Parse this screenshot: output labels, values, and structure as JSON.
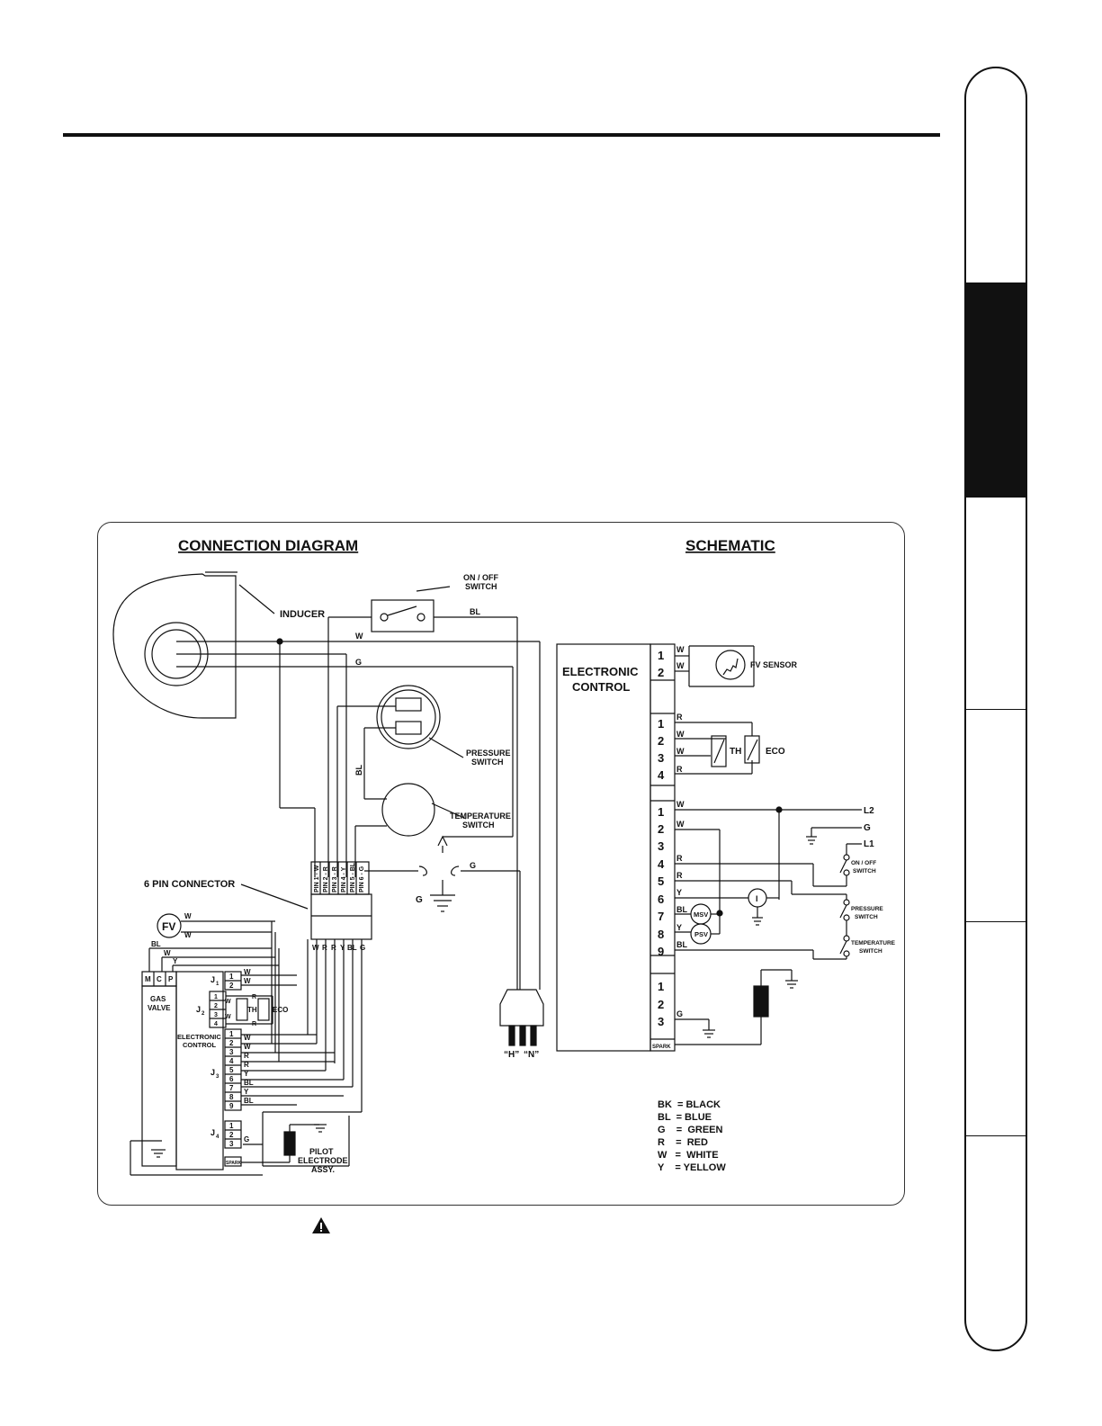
{
  "headings": {
    "connection": "CONNECTION DIAGRAM",
    "schematic": "SCHEMATIC"
  },
  "labels": {
    "inducer": "INDUCER",
    "onoff_1": "ON / OFF",
    "onoff_2": "SWITCH",
    "pressure_1": "PRESSURE",
    "pressure_2": "SWITCH",
    "temperature_1": "TEMPERATURE",
    "temperature_2": "SWITCH",
    "six_pin": "6 PIN CONNECTOR",
    "fv": "FV",
    "gas_valve_1": "GAS",
    "gas_valve_2": "VALVE",
    "ec_small_1": "ELECTRONIC",
    "ec_small_2": "CONTROL",
    "pilot_1": "PILOT",
    "pilot_2": "ELECTRODE",
    "pilot_3": "ASSY.",
    "spark": "SPARK",
    "plug_h": "“H”",
    "plug_n": "“N”",
    "th": "TH",
    "eco": "ECO",
    "ground_g": "G",
    "j1": "J",
    "j2": "J",
    "j3": "J",
    "j4": "J",
    "sub1": "1",
    "sub2": "2",
    "sub3": "3",
    "sub4": "4",
    "gv_m": "M",
    "gv_c": "C",
    "gv_p": "P"
  },
  "pins": [
    "PIN 1 - W",
    "PIN 2 - R",
    "PIN 3 - R",
    "PIN 4 - Y",
    "PIN 5 - BL",
    "PIN 6 - G"
  ],
  "connector_wires": [
    "W",
    "R",
    "R",
    "Y",
    "BL",
    "G"
  ],
  "wire_codes": {
    "w": "W",
    "bl": "BL",
    "g": "G",
    "r": "R",
    "y": "Y"
  },
  "schematic": {
    "ec_1": "ELECTRONIC",
    "ec_2": "CONTROL",
    "fv_sensor": "FV SENSOR",
    "th": "TH",
    "eco": "ECO",
    "l2": "L2",
    "g": "G",
    "l1": "L1",
    "onoff_1": "ON / OFF",
    "onoff_2": "SWITCH",
    "pressure_1": "PRESSURE",
    "pressure_2": "SWITCH",
    "temperature_1": "TEMPERATURE",
    "temperature_2": "SWITCH",
    "msv": "MSV",
    "psv": "PSV",
    "i": "I",
    "spark": "SPARK"
  },
  "legend": [
    "BK  = BLACK",
    "BL  = BLUE",
    "G    =  GREEN",
    "R    =  RED",
    "W   =  WHITE",
    "Y    = YELLOW"
  ]
}
